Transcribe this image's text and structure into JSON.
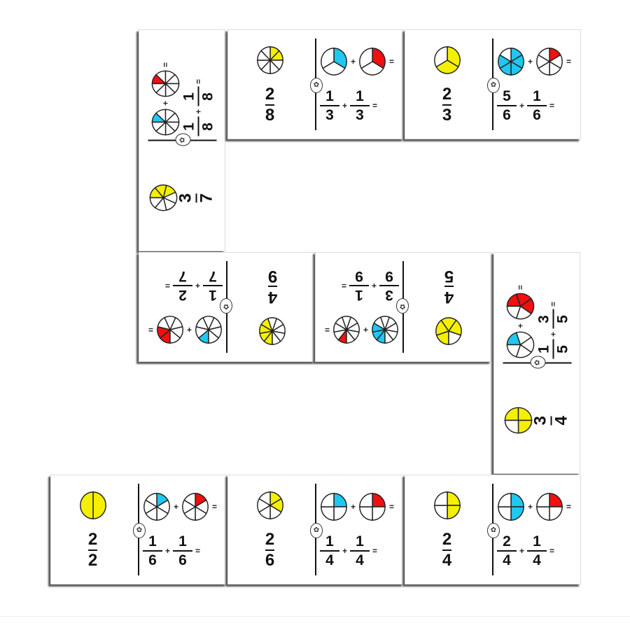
{
  "colors": {
    "answer_fill": "#f5f000",
    "first_fill": "#1ec8f0",
    "second_fill": "#f01010",
    "outline": "#222222"
  },
  "plus": "+",
  "equals": "=",
  "knot_icon": "✿",
  "tiles": [
    {
      "id": "t1",
      "orient": "vertical",
      "answer": {
        "num": "3",
        "den": "7",
        "slices": 7,
        "filled": 3
      },
      "question": {
        "a": {
          "num": "1",
          "den": "8",
          "slices": 8,
          "filled": 1
        },
        "b": {
          "num": "1",
          "den": "8",
          "slices": 8,
          "filled": 1
        }
      }
    },
    {
      "id": "t2",
      "orient": "horizontal",
      "answer": {
        "num": "2",
        "den": "8",
        "slices": 8,
        "filled": 2
      },
      "question": {
        "a": {
          "num": "1",
          "den": "3",
          "slices": 3,
          "filled": 1
        },
        "b": {
          "num": "1",
          "den": "3",
          "slices": 3,
          "filled": 1
        }
      }
    },
    {
      "id": "t3",
      "orient": "horizontal",
      "answer": {
        "num": "2",
        "den": "3",
        "slices": 3,
        "filled": 2
      },
      "question": {
        "a": {
          "num": "5",
          "den": "6",
          "slices": 6,
          "filled": 5
        },
        "b": {
          "num": "1",
          "den": "6",
          "slices": 6,
          "filled": 1
        }
      }
    },
    {
      "id": "t4",
      "orient": "flipped",
      "answer": {
        "num": "4",
        "den": "9",
        "slices": 9,
        "filled": 4
      },
      "question": {
        "a": {
          "num": "1",
          "den": "7",
          "slices": 7,
          "filled": 1
        },
        "b": {
          "num": "2",
          "den": "7",
          "slices": 7,
          "filled": 2
        }
      }
    },
    {
      "id": "t5",
      "orient": "flipped",
      "answer": {
        "num": "4",
        "den": "5",
        "slices": 5,
        "filled": 4
      },
      "question": {
        "a": {
          "num": "3",
          "den": "9",
          "slices": 9,
          "filled": 3
        },
        "b": {
          "num": "1",
          "den": "9",
          "slices": 9,
          "filled": 1
        }
      }
    },
    {
      "id": "t6",
      "orient": "vertical",
      "answer": {
        "num": "3",
        "den": "4",
        "slices": 4,
        "filled": 3
      },
      "question": {
        "a": {
          "num": "1",
          "den": "5",
          "slices": 5,
          "filled": 1
        },
        "b": {
          "num": "3",
          "den": "5",
          "slices": 5,
          "filled": 3
        }
      }
    },
    {
      "id": "t7",
      "orient": "horizontal",
      "answer": {
        "num": "2",
        "den": "2",
        "slices": 2,
        "filled": 2
      },
      "question": {
        "a": {
          "num": "1",
          "den": "6",
          "slices": 6,
          "filled": 1
        },
        "b": {
          "num": "1",
          "den": "6",
          "slices": 6,
          "filled": 1
        }
      }
    },
    {
      "id": "t8",
      "orient": "horizontal",
      "answer": {
        "num": "2",
        "den": "6",
        "slices": 6,
        "filled": 2
      },
      "question": {
        "a": {
          "num": "1",
          "den": "4",
          "slices": 4,
          "filled": 1
        },
        "b": {
          "num": "1",
          "den": "4",
          "slices": 4,
          "filled": 1
        }
      }
    },
    {
      "id": "t9",
      "orient": "horizontal",
      "answer": {
        "num": "2",
        "den": "4",
        "slices": 4,
        "filled": 2
      },
      "question": {
        "a": {
          "num": "2",
          "den": "4",
          "slices": 4,
          "filled": 2
        },
        "b": {
          "num": "1",
          "den": "4",
          "slices": 4,
          "filled": 1
        }
      }
    }
  ]
}
